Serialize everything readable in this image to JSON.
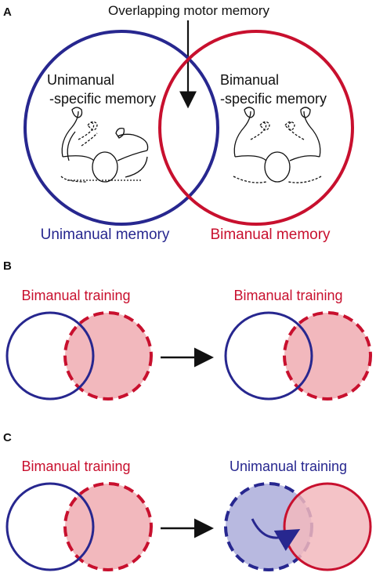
{
  "panelA": {
    "letter": "A",
    "overlap_label": "Overlapping motor memory",
    "left_inner_line1": "Unimanual",
    "left_inner_line2": "-specific memory",
    "right_inner_line1": "Bimanual",
    "right_inner_line2": "-specific memory",
    "left_caption": "Unimanual memory",
    "right_caption": "Bimanual memory"
  },
  "panelB": {
    "letter": "B",
    "left_label": "Bimanual training",
    "right_label": "Bimanual training"
  },
  "panelC": {
    "letter": "C",
    "left_label": "Bimanual training",
    "right_label": "Unimanual training"
  },
  "colors": {
    "blue": "#27278f",
    "red": "#c8102e",
    "red_fill": "#f2b8bd",
    "blue_fill": "#b8b9e0",
    "black": "#111111"
  }
}
